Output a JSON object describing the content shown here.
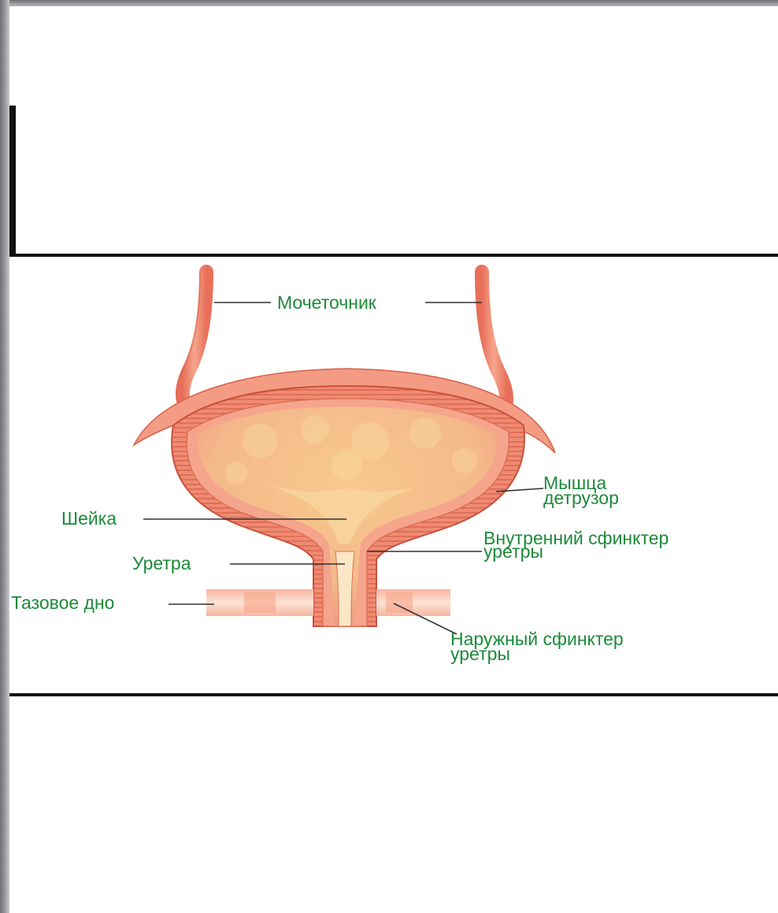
{
  "diagram": {
    "labels": {
      "ureter": "Мочеточник",
      "detrusor_line1": "Мышца",
      "detrusor_line2": "детрузор",
      "neck": "Шейка",
      "internal_sphincter_line1": "Внутренний сфинктер",
      "internal_sphincter_line2": "уретры",
      "urethra": "Уретра",
      "pelvic_floor": "Тазовое дно",
      "external_sphincter_line1": "Наружный сфинктер",
      "external_sphincter_line2": "уретры"
    },
    "colors": {
      "label_text": "#1d8a3a",
      "tissue": "#f08a72",
      "tissue_dark": "#d9604a",
      "lumen": "#f9d6a8",
      "leader_line": "#333333"
    }
  }
}
